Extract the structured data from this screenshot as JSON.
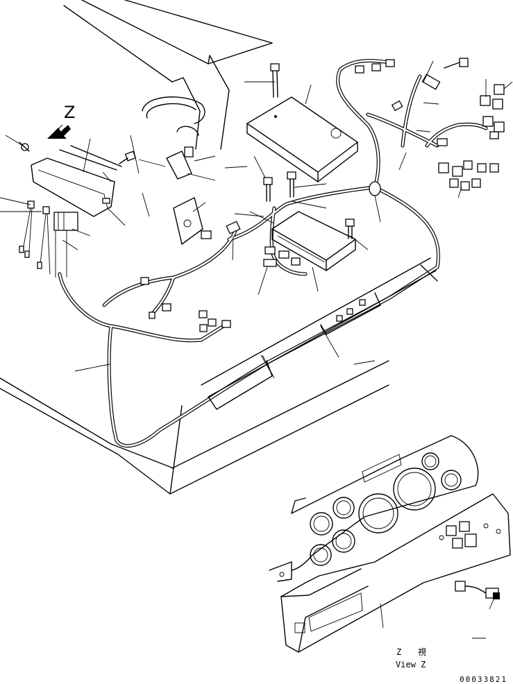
{
  "view_marker": "Z",
  "caption": {
    "line1_left": "Z",
    "line1_right": "視",
    "line2": "View Z"
  },
  "drawing_number": "00033821"
}
